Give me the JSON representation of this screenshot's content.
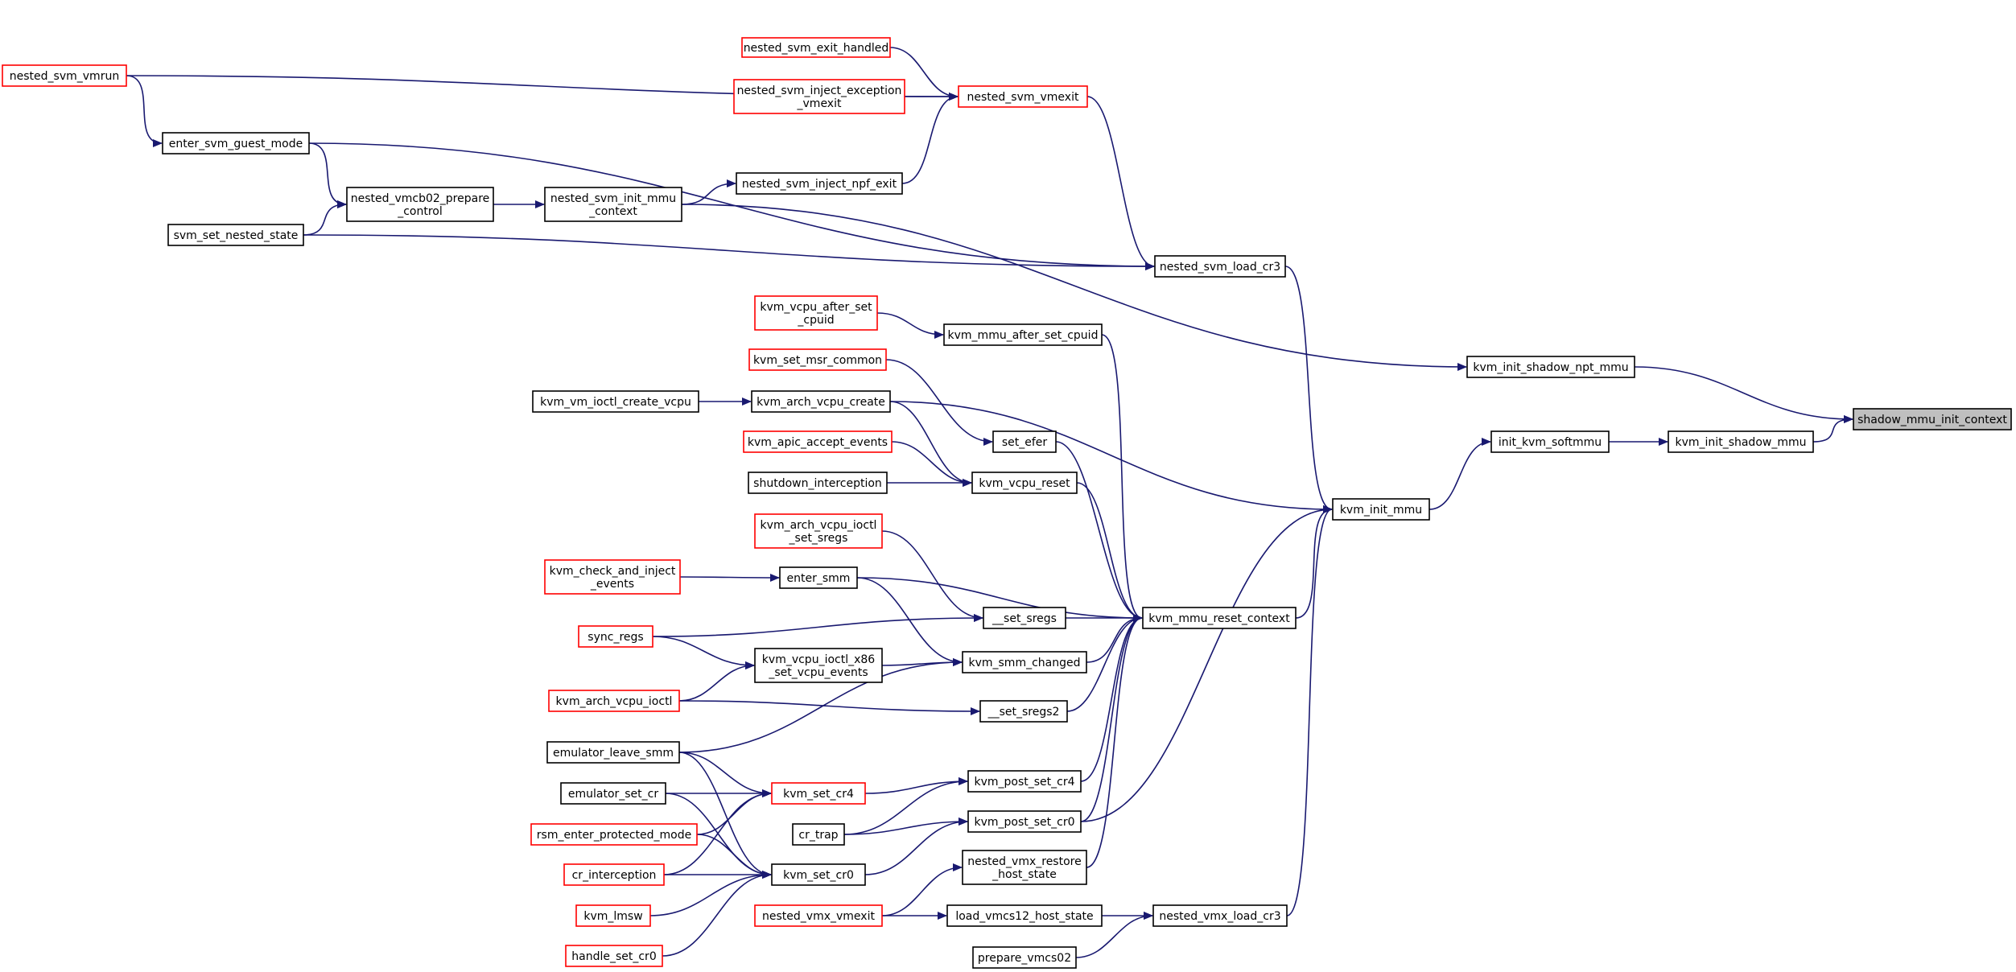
{
  "colors": {
    "edge": "#191970",
    "root_fill": "#bfbfbf",
    "caller_border_truncated": "#ff0000",
    "caller_border": "#000000"
  },
  "nodes": [
    {
      "id": "shadow_mmu_init_context",
      "label": [
        "shadow_mmu_init_context"
      ],
      "style": "root"
    },
    {
      "id": "kvm_init_shadow_npt_mmu",
      "label": [
        "kvm_init_shadow_npt_mmu"
      ],
      "style": "black"
    },
    {
      "id": "kvm_init_shadow_mmu",
      "label": [
        "kvm_init_shadow_mmu"
      ],
      "style": "black"
    },
    {
      "id": "init_kvm_softmmu",
      "label": [
        "init_kvm_softmmu"
      ],
      "style": "black"
    },
    {
      "id": "kvm_init_mmu",
      "label": [
        "kvm_init_mmu"
      ],
      "style": "black"
    },
    {
      "id": "nested_svm_vmrun",
      "label": [
        "nested_svm_vmrun"
      ],
      "style": "red"
    },
    {
      "id": "nested_svm_exit_handled",
      "label": [
        "nested_svm_exit_handled"
      ],
      "style": "red"
    },
    {
      "id": "nested_svm_inject_exception_vmexit",
      "label": [
        "nested_svm_inject_exception",
        "_vmexit"
      ],
      "style": "red"
    },
    {
      "id": "nested_svm_vmexit",
      "label": [
        "nested_svm_vmexit"
      ],
      "style": "red"
    },
    {
      "id": "enter_svm_guest_mode",
      "label": [
        "enter_svm_guest_mode"
      ],
      "style": "black"
    },
    {
      "id": "nested_vmcb02_prepare_control",
      "label": [
        "nested_vmcb02_prepare",
        "_control"
      ],
      "style": "black"
    },
    {
      "id": "nested_svm_init_mmu_context",
      "label": [
        "nested_svm_init_mmu",
        "_context"
      ],
      "style": "black"
    },
    {
      "id": "nested_svm_inject_npf_exit",
      "label": [
        "nested_svm_inject_npf_exit"
      ],
      "style": "black"
    },
    {
      "id": "svm_set_nested_state",
      "label": [
        "svm_set_nested_state"
      ],
      "style": "black"
    },
    {
      "id": "nested_svm_load_cr3",
      "label": [
        "nested_svm_load_cr3"
      ],
      "style": "black"
    },
    {
      "id": "kvm_vcpu_after_set_cpuid",
      "label": [
        "kvm_vcpu_after_set",
        "_cpuid"
      ],
      "style": "red"
    },
    {
      "id": "kvm_mmu_after_set_cpuid",
      "label": [
        "kvm_mmu_after_set_cpuid"
      ],
      "style": "black"
    },
    {
      "id": "kvm_set_msr_common",
      "label": [
        "kvm_set_msr_common"
      ],
      "style": "red"
    },
    {
      "id": "kvm_vm_ioctl_create_vcpu",
      "label": [
        "kvm_vm_ioctl_create_vcpu"
      ],
      "style": "black"
    },
    {
      "id": "kvm_arch_vcpu_create",
      "label": [
        "kvm_arch_vcpu_create"
      ],
      "style": "black"
    },
    {
      "id": "set_efer",
      "label": [
        "set_efer"
      ],
      "style": "black"
    },
    {
      "id": "kvm_apic_accept_events",
      "label": [
        "kvm_apic_accept_events"
      ],
      "style": "red"
    },
    {
      "id": "shutdown_interception",
      "label": [
        "shutdown_interception"
      ],
      "style": "black"
    },
    {
      "id": "kvm_vcpu_reset",
      "label": [
        "kvm_vcpu_reset"
      ],
      "style": "black"
    },
    {
      "id": "kvm_arch_vcpu_ioctl_set_sregs",
      "label": [
        "kvm_arch_vcpu_ioctl",
        "_set_sregs"
      ],
      "style": "red"
    },
    {
      "id": "kvm_check_and_inject_events",
      "label": [
        "kvm_check_and_inject",
        "_events"
      ],
      "style": "red"
    },
    {
      "id": "enter_smm",
      "label": [
        "enter_smm"
      ],
      "style": "black"
    },
    {
      "id": "__set_sregs",
      "label": [
        "__set_sregs"
      ],
      "style": "black"
    },
    {
      "id": "kvm_mmu_reset_context",
      "label": [
        "kvm_mmu_reset_context"
      ],
      "style": "black"
    },
    {
      "id": "sync_regs",
      "label": [
        "sync_regs"
      ],
      "style": "red"
    },
    {
      "id": "kvm_vcpu_ioctl_x86_set_vcpu_events",
      "label": [
        "kvm_vcpu_ioctl_x86",
        "_set_vcpu_events"
      ],
      "style": "black"
    },
    {
      "id": "kvm_smm_changed",
      "label": [
        "kvm_smm_changed"
      ],
      "style": "black"
    },
    {
      "id": "kvm_arch_vcpu_ioctl",
      "label": [
        "kvm_arch_vcpu_ioctl"
      ],
      "style": "red"
    },
    {
      "id": "__set_sregs2",
      "label": [
        "__set_sregs2"
      ],
      "style": "black"
    },
    {
      "id": "emulator_leave_smm",
      "label": [
        "emulator_leave_smm"
      ],
      "style": "black"
    },
    {
      "id": "emulator_set_cr",
      "label": [
        "emulator_set_cr"
      ],
      "style": "black"
    },
    {
      "id": "kvm_set_cr4",
      "label": [
        "kvm_set_cr4"
      ],
      "style": "red"
    },
    {
      "id": "kvm_post_set_cr4",
      "label": [
        "kvm_post_set_cr4"
      ],
      "style": "black"
    },
    {
      "id": "rsm_enter_protected_mode",
      "label": [
        "rsm_enter_protected_mode"
      ],
      "style": "red"
    },
    {
      "id": "cr_trap",
      "label": [
        "cr_trap"
      ],
      "style": "black"
    },
    {
      "id": "kvm_post_set_cr0",
      "label": [
        "kvm_post_set_cr0"
      ],
      "style": "black"
    },
    {
      "id": "cr_interception",
      "label": [
        "cr_interception"
      ],
      "style": "red"
    },
    {
      "id": "kvm_set_cr0",
      "label": [
        "kvm_set_cr0"
      ],
      "style": "black"
    },
    {
      "id": "nested_vmx_restore_host_state",
      "label": [
        "nested_vmx_restore",
        "_host_state"
      ],
      "style": "black"
    },
    {
      "id": "kvm_lmsw",
      "label": [
        "kvm_lmsw"
      ],
      "style": "red"
    },
    {
      "id": "nested_vmx_vmexit",
      "label": [
        "nested_vmx_vmexit"
      ],
      "style": "red"
    },
    {
      "id": "load_vmcs12_host_state",
      "label": [
        "load_vmcs12_host_state"
      ],
      "style": "black"
    },
    {
      "id": "nested_vmx_load_cr3",
      "label": [
        "nested_vmx_load_cr3"
      ],
      "style": "black"
    },
    {
      "id": "handle_set_cr0",
      "label": [
        "handle_set_cr0"
      ],
      "style": "red"
    },
    {
      "id": "prepare_vmcs02",
      "label": [
        "prepare_vmcs02"
      ],
      "style": "black"
    }
  ],
  "edges": [
    [
      "kvm_init_shadow_npt_mmu",
      "shadow_mmu_init_context"
    ],
    [
      "kvm_init_shadow_mmu",
      "shadow_mmu_init_context"
    ],
    [
      "nested_svm_init_mmu_context",
      "kvm_init_shadow_npt_mmu"
    ],
    [
      "init_kvm_softmmu",
      "kvm_init_shadow_mmu"
    ],
    [
      "kvm_init_mmu",
      "init_kvm_softmmu"
    ],
    [
      "kvm_arch_vcpu_create",
      "kvm_init_mmu"
    ],
    [
      "kvm_mmu_reset_context",
      "kvm_init_mmu"
    ],
    [
      "kvm_post_set_cr0",
      "kvm_init_mmu"
    ],
    [
      "nested_vmx_load_cr3",
      "kvm_init_mmu"
    ],
    [
      "nested_svm_load_cr3",
      "kvm_init_mmu"
    ],
    [
      "nested_svm_vmrun",
      "enter_svm_guest_mode"
    ],
    [
      "nested_svm_vmrun",
      "nested_svm_vmexit"
    ],
    [
      "nested_svm_exit_handled",
      "nested_svm_vmexit"
    ],
    [
      "nested_svm_inject_exception_vmexit",
      "nested_svm_vmexit"
    ],
    [
      "nested_svm_inject_npf_exit",
      "nested_svm_vmexit"
    ],
    [
      "enter_svm_guest_mode",
      "nested_vmcb02_prepare_control"
    ],
    [
      "enter_svm_guest_mode",
      "nested_svm_load_cr3"
    ],
    [
      "svm_set_nested_state",
      "nested_vmcb02_prepare_control"
    ],
    [
      "svm_set_nested_state",
      "nested_svm_load_cr3"
    ],
    [
      "nested_vmcb02_prepare_control",
      "nested_svm_init_mmu_context"
    ],
    [
      "nested_svm_init_mmu_context",
      "nested_svm_inject_npf_exit"
    ],
    [
      "nested_svm_vmexit",
      "nested_svm_load_cr3"
    ],
    [
      "kvm_vcpu_after_set_cpuid",
      "kvm_mmu_after_set_cpuid"
    ],
    [
      "kvm_mmu_after_set_cpuid",
      "kvm_mmu_reset_context"
    ],
    [
      "kvm_vm_ioctl_create_vcpu",
      "kvm_arch_vcpu_create"
    ],
    [
      "kvm_arch_vcpu_create",
      "kvm_vcpu_reset"
    ],
    [
      "kvm_set_msr_common",
      "set_efer"
    ],
    [
      "set_efer",
      "kvm_mmu_reset_context"
    ],
    [
      "kvm_apic_accept_events",
      "kvm_vcpu_reset"
    ],
    [
      "shutdown_interception",
      "kvm_vcpu_reset"
    ],
    [
      "kvm_vcpu_reset",
      "kvm_mmu_reset_context"
    ],
    [
      "kvm_arch_vcpu_ioctl_set_sregs",
      "__set_sregs"
    ],
    [
      "kvm_check_and_inject_events",
      "enter_smm"
    ],
    [
      "enter_smm",
      "kvm_mmu_reset_context"
    ],
    [
      "enter_smm",
      "kvm_smm_changed"
    ],
    [
      "sync_regs",
      "__set_sregs"
    ],
    [
      "sync_regs",
      "kvm_vcpu_ioctl_x86_set_vcpu_events"
    ],
    [
      "__set_sregs",
      "kvm_mmu_reset_context"
    ],
    [
      "kvm_vcpu_ioctl_x86_set_vcpu_events",
      "kvm_smm_changed"
    ],
    [
      "kvm_smm_changed",
      "kvm_mmu_reset_context"
    ],
    [
      "kvm_arch_vcpu_ioctl",
      "kvm_vcpu_ioctl_x86_set_vcpu_events"
    ],
    [
      "kvm_arch_vcpu_ioctl",
      "__set_sregs2"
    ],
    [
      "__set_sregs2",
      "kvm_mmu_reset_context"
    ],
    [
      "emulator_leave_smm",
      "kvm_smm_changed"
    ],
    [
      "emulator_leave_smm",
      "kvm_set_cr4"
    ],
    [
      "emulator_leave_smm",
      "kvm_set_cr0"
    ],
    [
      "emulator_set_cr",
      "kvm_set_cr4"
    ],
    [
      "emulator_set_cr",
      "kvm_set_cr0"
    ],
    [
      "rsm_enter_protected_mode",
      "kvm_set_cr4"
    ],
    [
      "rsm_enter_protected_mode",
      "kvm_set_cr0"
    ],
    [
      "cr_interception",
      "kvm_set_cr4"
    ],
    [
      "cr_interception",
      "kvm_set_cr0"
    ],
    [
      "kvm_set_cr4",
      "kvm_post_set_cr4"
    ],
    [
      "kvm_post_set_cr4",
      "kvm_mmu_reset_context"
    ],
    [
      "cr_trap",
      "kvm_post_set_cr4"
    ],
    [
      "cr_trap",
      "kvm_post_set_cr0"
    ],
    [
      "kvm_set_cr0",
      "kvm_post_set_cr0"
    ],
    [
      "kvm_post_set_cr0",
      "kvm_mmu_reset_context"
    ],
    [
      "kvm_lmsw",
      "kvm_set_cr0"
    ],
    [
      "handle_set_cr0",
      "kvm_set_cr0"
    ],
    [
      "nested_vmx_restore_host_state",
      "kvm_mmu_reset_context"
    ],
    [
      "nested_vmx_vmexit",
      "nested_vmx_restore_host_state"
    ],
    [
      "nested_vmx_vmexit",
      "load_vmcs12_host_state"
    ],
    [
      "load_vmcs12_host_state",
      "nested_vmx_load_cr3"
    ],
    [
      "prepare_vmcs02",
      "nested_vmx_load_cr3"
    ]
  ]
}
